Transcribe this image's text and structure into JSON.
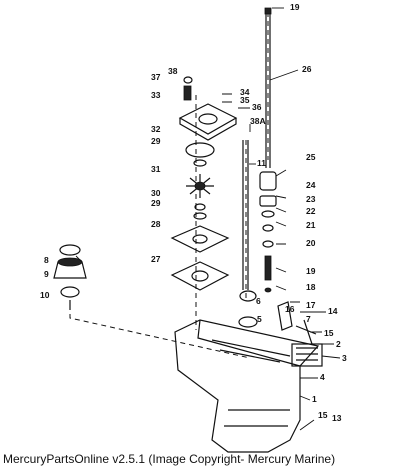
{
  "caption": "MercuryPartsOnline v2.5.1 (Image Copyright- Mercury Marine)",
  "callouts": [
    {
      "key": "c19a",
      "text": "19"
    },
    {
      "key": "c26",
      "text": "26"
    },
    {
      "key": "c38",
      "text": "38"
    },
    {
      "key": "c37",
      "text": "37"
    },
    {
      "key": "c34",
      "text": "34"
    },
    {
      "key": "c35",
      "text": "35"
    },
    {
      "key": "c33",
      "text": "33"
    },
    {
      "key": "c36",
      "text": "36"
    },
    {
      "key": "c38A",
      "text": "38A"
    },
    {
      "key": "c32",
      "text": "32"
    },
    {
      "key": "c29a",
      "text": "29"
    },
    {
      "key": "c11",
      "text": "11"
    },
    {
      "key": "c25",
      "text": "25"
    },
    {
      "key": "c31",
      "text": "31"
    },
    {
      "key": "c24",
      "text": "24"
    },
    {
      "key": "c30",
      "text": "30"
    },
    {
      "key": "c23",
      "text": "23"
    },
    {
      "key": "c29b",
      "text": "29"
    },
    {
      "key": "c22",
      "text": "22"
    },
    {
      "key": "c28",
      "text": "28"
    },
    {
      "key": "c21",
      "text": "21"
    },
    {
      "key": "c20",
      "text": "20"
    },
    {
      "key": "c8",
      "text": "8"
    },
    {
      "key": "c27",
      "text": "27"
    },
    {
      "key": "c9",
      "text": "9"
    },
    {
      "key": "c19b",
      "text": "19"
    },
    {
      "key": "c18",
      "text": "18"
    },
    {
      "key": "c10",
      "text": "10"
    },
    {
      "key": "c6",
      "text": "6"
    },
    {
      "key": "c17",
      "text": "17"
    },
    {
      "key": "c16",
      "text": "16"
    },
    {
      "key": "c14",
      "text": "14"
    },
    {
      "key": "c5",
      "text": "5"
    },
    {
      "key": "c7",
      "text": "7"
    },
    {
      "key": "c15a",
      "text": "15"
    },
    {
      "key": "c2",
      "text": "2"
    },
    {
      "key": "c3",
      "text": "3"
    },
    {
      "key": "c4",
      "text": "4"
    },
    {
      "key": "c1",
      "text": "1"
    },
    {
      "key": "c15b",
      "text": "15"
    },
    {
      "key": "c13",
      "text": "13"
    }
  ]
}
